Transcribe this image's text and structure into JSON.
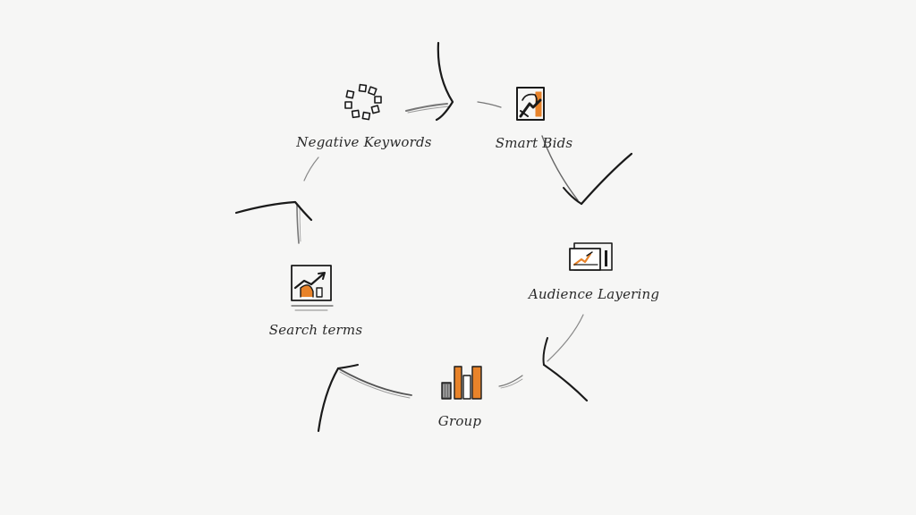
{
  "diagram": {
    "nodes": [
      {
        "id": "negative-keywords",
        "label": "Negative Keywords",
        "icon": "ring-of-squares-icon"
      },
      {
        "id": "smart-bids",
        "label": "Smart Bids",
        "icon": "framed-chart-icon"
      },
      {
        "id": "audience-layering",
        "label": "Audience Layering",
        "icon": "monitor-chart-icon"
      },
      {
        "id": "group",
        "label": "Group",
        "icon": "bar-chart-icon"
      },
      {
        "id": "search-terms",
        "label": "Search terms",
        "icon": "growth-chart-icon"
      }
    ],
    "flow": "clockwise cycle",
    "colors": {
      "accent": "#e8832a",
      "ink": "#1a1a1a",
      "background": "#f6f6f5"
    }
  }
}
